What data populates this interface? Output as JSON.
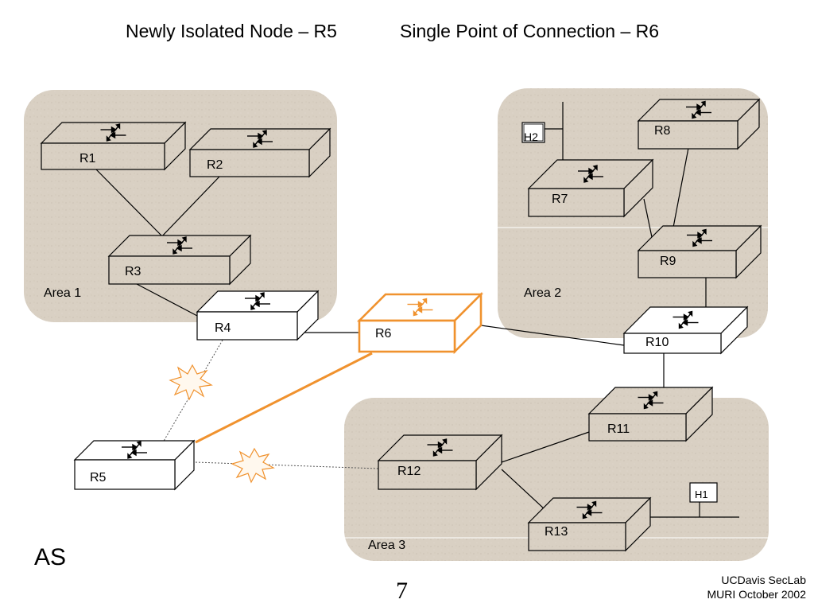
{
  "heading": {
    "isolated": "Newly Isolated Node – R5",
    "single_point": "Single Point of Connection – R6"
  },
  "areas": {
    "area1": "Area 1",
    "area2": "Area 2",
    "area3": "Area 3"
  },
  "routers": {
    "r1": "R1",
    "r2": "R2",
    "r3": "R3",
    "r4": "R4",
    "r5": "R5",
    "r6": "R6",
    "r7": "R7",
    "r8": "R8",
    "r9": "R9",
    "r10": "R10",
    "r11": "R11",
    "r12": "R12",
    "r13": "R13"
  },
  "hosts": {
    "h1": "H1",
    "h2": "H2"
  },
  "as_label": "AS",
  "page_number": "7",
  "footer": {
    "line1": "UCDavis SecLab",
    "line2": "MURI October 2002"
  },
  "colors": {
    "area_fill": "#d9d0c3",
    "highlight": "#f0922e",
    "line": "#000000"
  }
}
